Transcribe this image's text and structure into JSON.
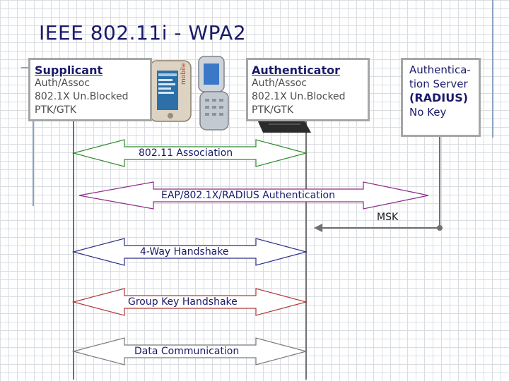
{
  "title": "IEEE 802.11i - WPA2",
  "supplicant": {
    "heading": "Supplicant",
    "lines": [
      "Auth/Assoc",
      "802.1X Un.Blocked",
      "PTK/GTK"
    ]
  },
  "authenticator": {
    "heading": "Authenticator",
    "lines": [
      "Auth/Assoc",
      "802.1X Un.Blocked",
      "PTK/GTK"
    ]
  },
  "auth_server": {
    "line1": "Authentica-",
    "line2": "tion Server",
    "line3": "(RADIUS)",
    "line4": "No Key"
  },
  "messages": {
    "association": "802.11 Association",
    "eap": "EAP/802.1X/RADIUS Authentication",
    "msk": "MSK",
    "four_way": "4-Way Handshake",
    "group_key": "Group Key Handshake",
    "data": "Data Communication"
  },
  "icons": {
    "pda": "pda-device-icon",
    "phone": "flip-phone-icon",
    "access_point": "access-point-icon"
  },
  "colors": {
    "association_arrow": "#2e8b2e",
    "eap_arrow": "#8b2e8b",
    "four_way_arrow": "#2e2e8b",
    "group_key_arrow": "#b03a3a",
    "data_arrow": "#7a7a7a",
    "lifeline": "#707070"
  }
}
